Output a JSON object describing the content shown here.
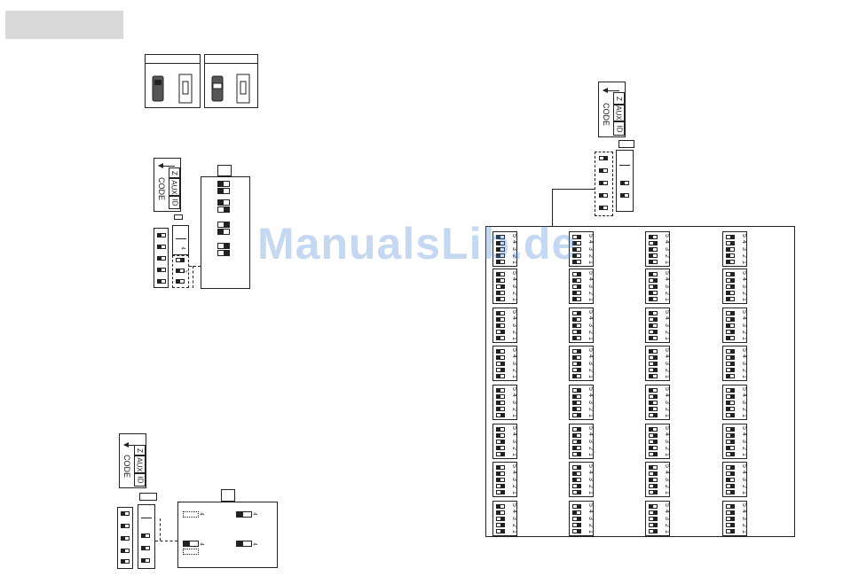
{
  "watermark": "ManualsLib.de",
  "icons": {
    "jumper_closed": "jumper-closed-icon",
    "jumper_open": "jumper-open-icon",
    "arrow": "arrow-left-icon"
  },
  "connector_labels": {
    "z": "Z",
    "aux": "AUX",
    "id": "ID",
    "code": "CODE"
  },
  "switch_numbers": {
    "n1": "1",
    "n2": "2",
    "n3": "3",
    "n4": "4",
    "n5": "5"
  },
  "table": {
    "columns": 4,
    "rows": 8
  }
}
